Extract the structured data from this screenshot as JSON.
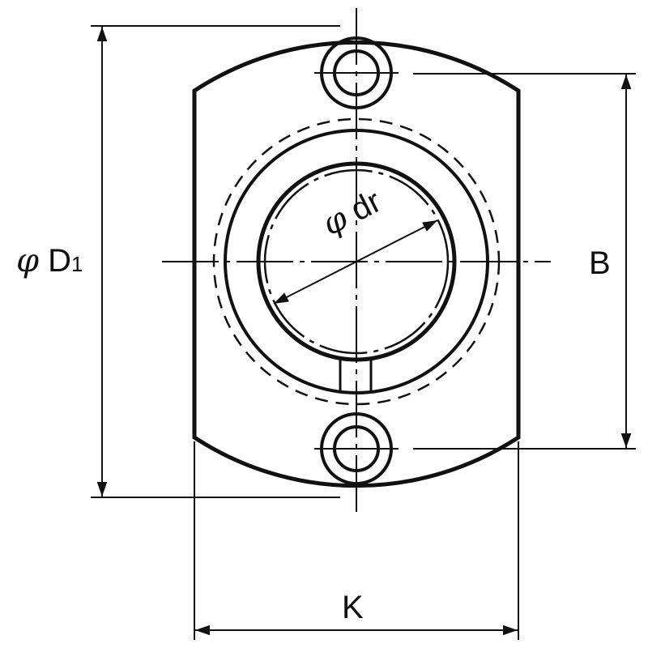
{
  "drawing": {
    "type": "flange linear bushing front view",
    "line_color": "#111111",
    "background": "#ffffff"
  },
  "labels": {
    "outer_diameter": {
      "symbol": "φ",
      "letter": "D",
      "subscript": "1"
    },
    "bore_diameter": {
      "symbol": "φ",
      "text": "dr"
    },
    "bolt_pitch": {
      "text": "B"
    },
    "flange_width": {
      "text": "K"
    }
  }
}
